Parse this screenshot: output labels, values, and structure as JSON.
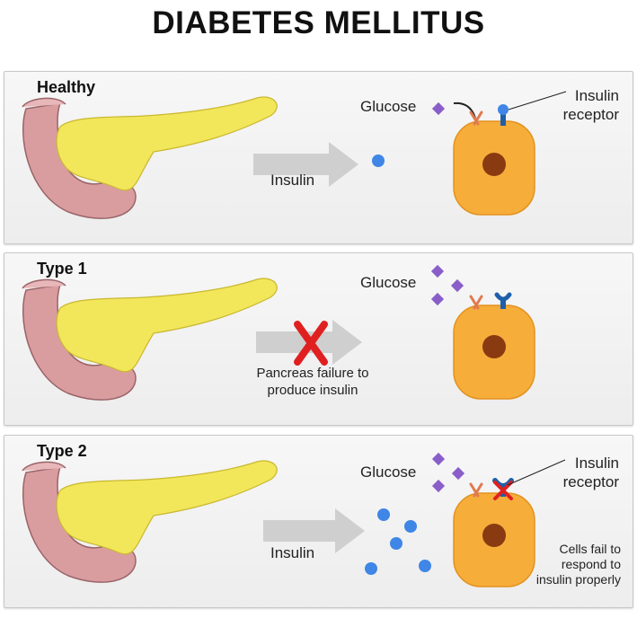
{
  "title": "DIABETES MELLITUS",
  "panels": [
    {
      "label": "Healthy",
      "glucose": "Glucose",
      "arrow_label": "Insulin",
      "receptor_label_1": "Insulin",
      "receptor_label_2": "receptor"
    },
    {
      "label": "Type 1",
      "glucose": "Glucose",
      "failure_line_1": "Pancreas failure to",
      "failure_line_2": "produce insulin"
    },
    {
      "label": "Type 2",
      "glucose": "Glucose",
      "arrow_label": "Insulin",
      "receptor_label_1": "Insulin",
      "receptor_label_2": "receptor",
      "cells_line_1": "Cells fail to",
      "cells_line_2": "respond to",
      "cells_line_3": "insulin properly"
    }
  ],
  "colors": {
    "pancreas": "#f2e65a",
    "duodenum": "#d99da0",
    "cell": "#f6ad3a",
    "nucleus": "#8a3a10",
    "insulin": "#3f86e6",
    "glucose": "#8a5ec9",
    "receptor": "#1f5faa",
    "fail_x": "#e02020",
    "arrow": "#cfcfcf"
  }
}
